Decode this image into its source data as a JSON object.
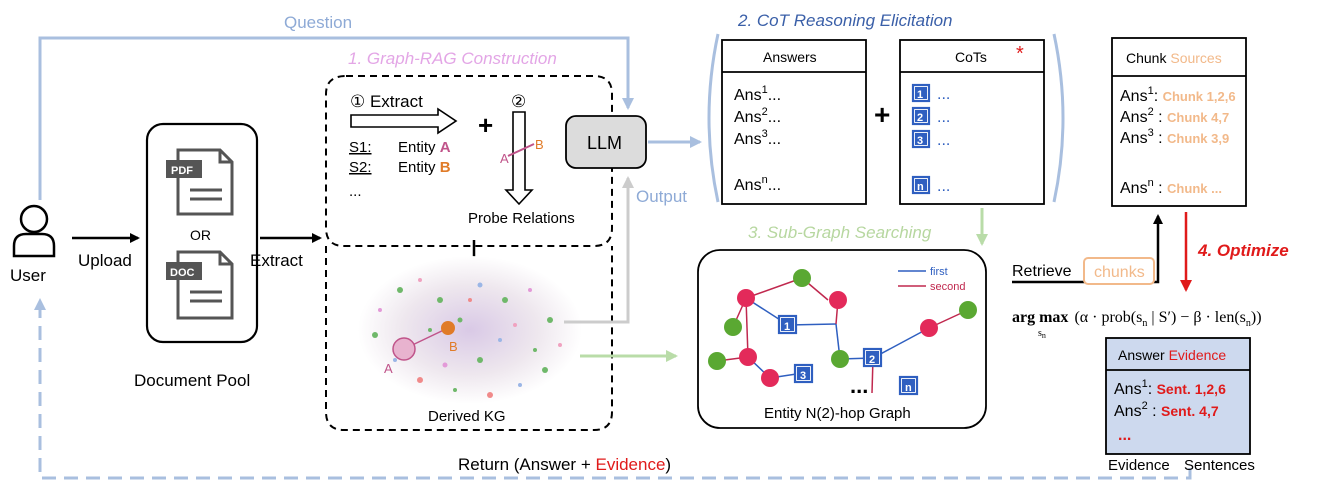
{
  "labels": {
    "question": "Question",
    "graph_rag": "1. Graph-RAG Construction",
    "cot_elicitation": "2. CoT Reasoning Elicitation",
    "subgraph_searching": "3. Sub-Graph Searching",
    "optimize": "4. Optimize",
    "output": "Output",
    "upload": "Upload",
    "extract_arrow": "Extract",
    "user": "User",
    "document_pool": "Document Pool",
    "or": "OR",
    "retrieve": "Retrieve",
    "chunks": "chunks",
    "return_prefix": "Return (Answer + ",
    "return_evidence": "Evidence",
    "return_suffix": ")"
  },
  "documents": {
    "pdf": "PDF",
    "doc": "DOC"
  },
  "graph_rag": {
    "step1": "① Extract",
    "step2": "②",
    "plus": "+",
    "rows": [
      {
        "s": "S1:",
        "entity": "Entity ",
        "letter": "A"
      },
      {
        "s": "S2:",
        "entity": "Entity ",
        "letter": "B"
      }
    ],
    "ellipsis": "...",
    "probe": "Probe Relations",
    "node_a": "A",
    "node_b": "B",
    "llm": "LLM",
    "derived_kg": "Derived KG"
  },
  "answers_table": {
    "header": "Answers",
    "rows": [
      {
        "base": "Ans",
        "sup": "1",
        "tail": "..."
      },
      {
        "base": "Ans",
        "sup": "2",
        "tail": "..."
      },
      {
        "base": "Ans",
        "sup": "3",
        "tail": "..."
      },
      {
        "base": "Ans",
        "sup": "n",
        "tail": "..."
      }
    ]
  },
  "plus_mid": "+",
  "cots_table": {
    "header": "CoTs",
    "star": "*",
    "rows": [
      {
        "badge": "1",
        "dots": "..."
      },
      {
        "badge": "2",
        "dots": "..."
      },
      {
        "badge": "3",
        "dots": "..."
      },
      {
        "badge": "n",
        "dots": "..."
      }
    ]
  },
  "chunk_sources": {
    "header_a": "Chunk ",
    "header_b": "Sources",
    "rows": [
      {
        "base": "Ans",
        "sup": "1",
        "sep": ": ",
        "val": "Chunk 1,2,6"
      },
      {
        "base": "Ans",
        "sup": "2",
        "sep": " : ",
        "val": "Chunk 4,7"
      },
      {
        "base": "Ans",
        "sup": "3",
        "sep": " : ",
        "val": "Chunk 3,9"
      },
      {
        "base": "Ans",
        "sup": "n",
        "sep": " : ",
        "val": "Chunk ..."
      }
    ]
  },
  "subgraph": {
    "legend_first": "first",
    "legend_second": "second",
    "badges": [
      "1",
      "2",
      "3",
      "n"
    ],
    "ellipsis": "...",
    "caption": "Entity N(2)-hop Graph"
  },
  "formula": {
    "argmax": "arg max",
    "sub": "s",
    "subn": "n",
    "body": "(α · prob(s",
    "body2": " | S′) − β · len(s",
    "body3": "))"
  },
  "evidence": {
    "header_a": "Answer ",
    "header_b": "Evidence",
    "rows": [
      {
        "base": "Ans",
        "sup": "1",
        "sep": ": ",
        "val": "Sent. 1,2,6"
      },
      {
        "base": "Ans",
        "sup": "2",
        "sep": " : ",
        "val": "Sent. 4,7"
      }
    ],
    "ellipsis": "...",
    "caption_a": "Evidence",
    "caption_b": "Sentences"
  },
  "colors": {
    "light_blue": "#a9bfdf",
    "title_blue": "#3a5fa8",
    "pink": "#e3a6e6",
    "green_label": "#b7d7a0",
    "red": "#e01a1a",
    "orange": "#f2b98a",
    "entity_a": "#c0548a",
    "entity_b": "#e07b28",
    "badge_blue": "#2f5fc0",
    "node_red": "#e32a5a",
    "node_green": "#5aa832",
    "evidence_bg": "#cdd9ee"
  }
}
